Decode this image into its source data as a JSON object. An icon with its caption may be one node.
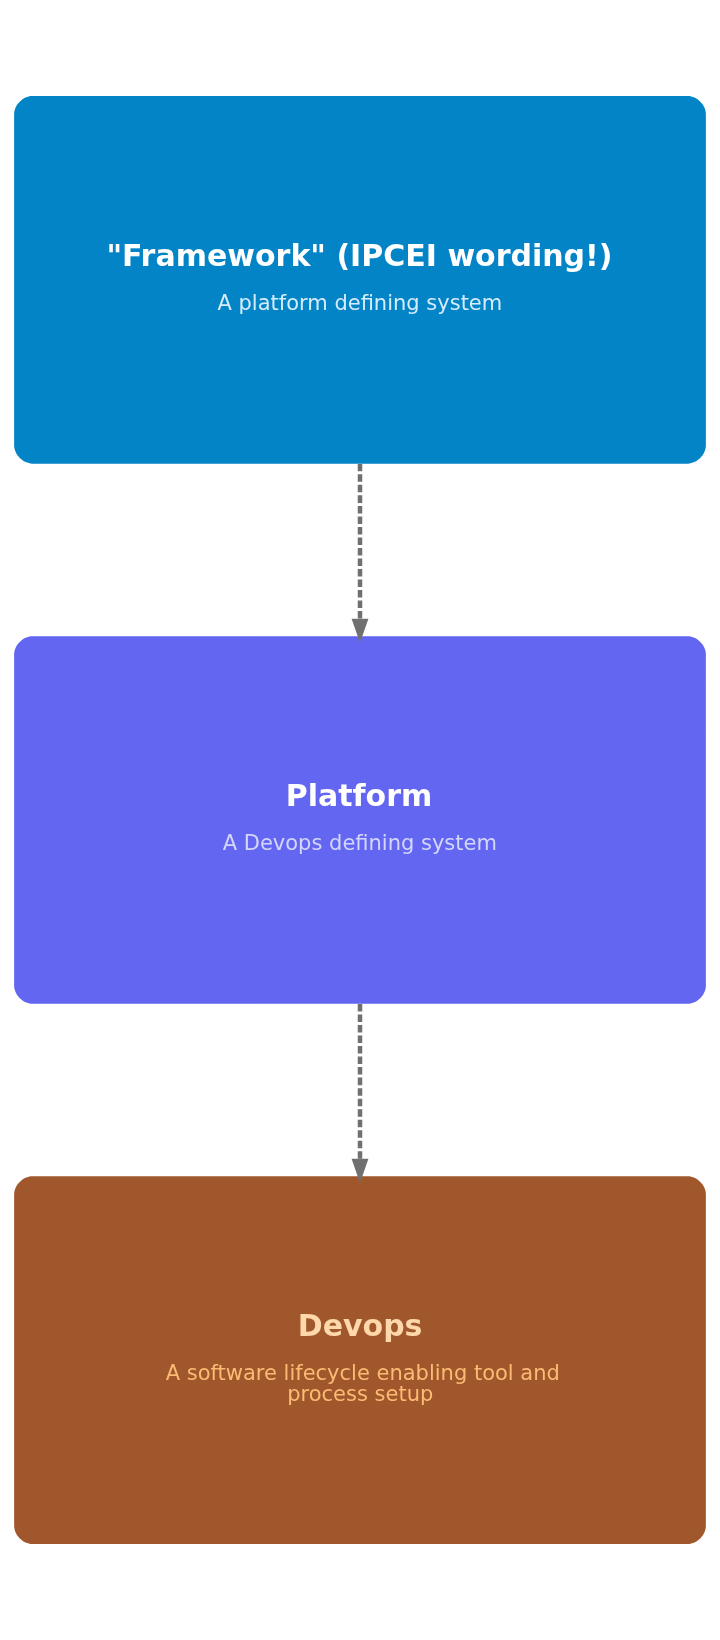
{
  "diagram": {
    "nodes": [
      {
        "text": [
          "\"Framework\" (IPCEI wording!)",
          "A platform defining system"
        ]
      },
      {
        "text": [
          "Platform",
          "A Devops defining system"
        ]
      },
      {
        "text": [
          "Devops",
          "A software lifecycle enabling tool and process setup"
        ]
      }
    ],
    "edges": [
      {
        "from": 0,
        "to": 1,
        "arrow": "to",
        "style": "dashed"
      },
      {
        "from": 1,
        "to": 2,
        "arrow": "to",
        "style": "dashed"
      }
    ]
  }
}
